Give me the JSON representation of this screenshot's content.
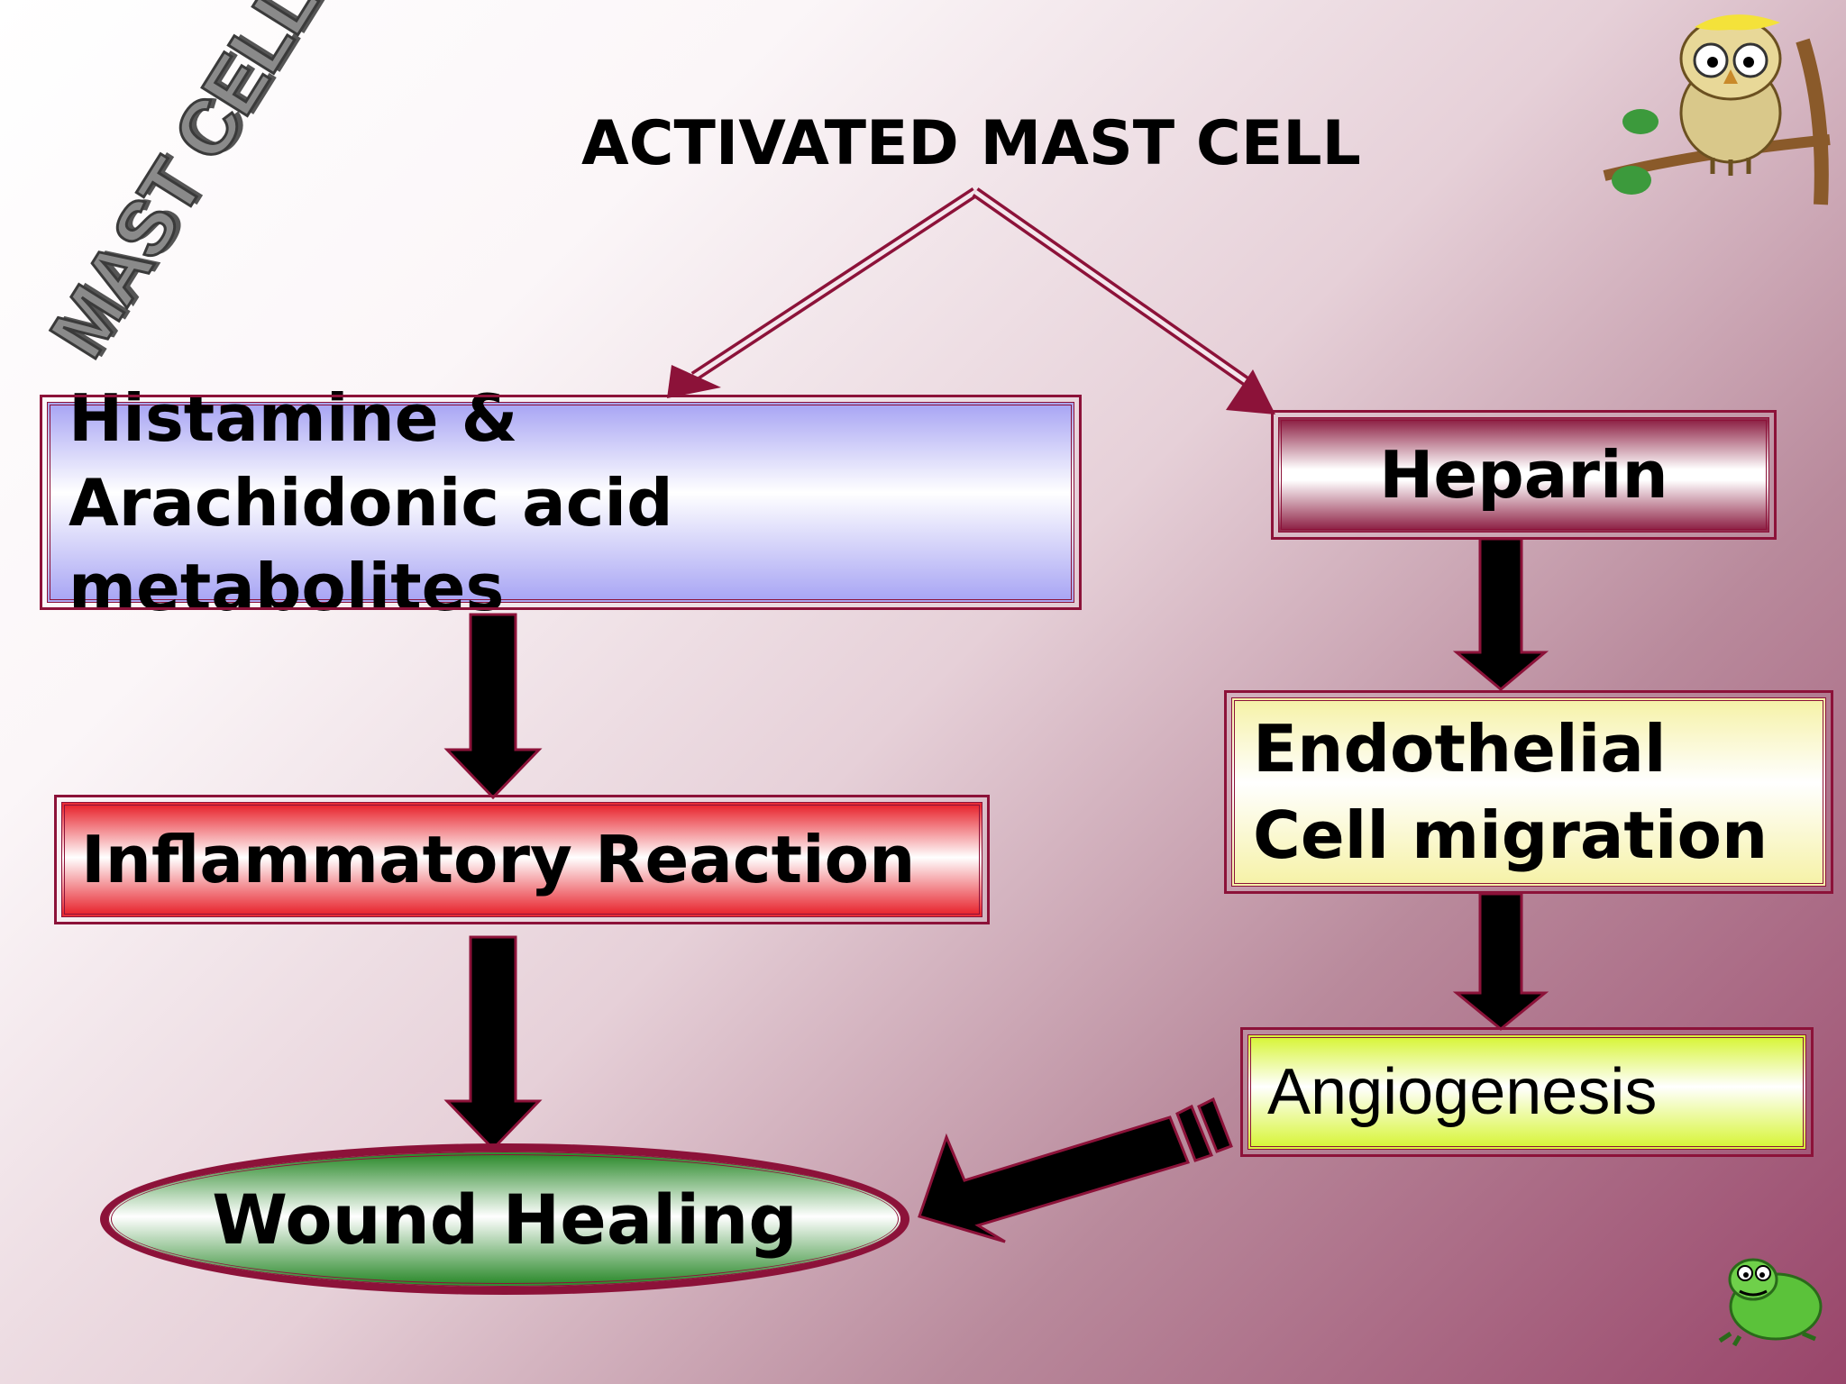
{
  "watermark": "MAST CELL",
  "title": "ACTIVATED MAST CELL",
  "nodes": {
    "histamine": "Histamine & Arachidonic acid metabolites",
    "heparin": "Heparin",
    "inflammatory": "Inflammatory Reaction",
    "endothelial": "Endothelial Cell migration",
    "angiogenesis": "Angiogenesis",
    "wound": "Wound Healing"
  },
  "colors": {
    "border": "#8c1239",
    "histamine_fill": "#a9a6f4",
    "heparin_fill": "#8f2447",
    "inflammatory_fill": "#e8262f",
    "endothelial_fill": "#fbf8c9",
    "angiogenesis_fill": "#d8f53a",
    "wound_fill": "#2f8c2f"
  },
  "decorations": [
    "owl-icon",
    "frog-icon"
  ]
}
